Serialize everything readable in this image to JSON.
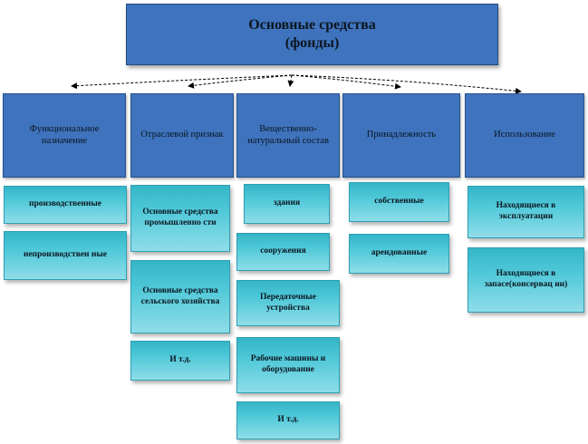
{
  "title": {
    "line1": "Основные средства",
    "line2": "(фонды)"
  },
  "categories": [
    {
      "label": "Функциональное назначение",
      "items": [
        "производственные",
        "непроизводствен ные"
      ]
    },
    {
      "label": "Отраслевой признак",
      "items": [
        "Основные средства промышленно сти",
        "Основные средства сельского хозяйства",
        "И т.д."
      ]
    },
    {
      "label": "Вещественно-натуральный состав",
      "items": [
        "здания",
        "сооружения",
        "Передаточные устройства",
        "Рабочие машины и оборудование",
        "И т.д."
      ]
    },
    {
      "label": "Принадлежность",
      "items": [
        "собственные",
        "арендованные"
      ]
    },
    {
      "label": "Использование",
      "items": [
        "Находящиеся в эксплуатации",
        "Находящиеся в запасе(консервац ии)"
      ]
    }
  ],
  "colors": {
    "header": "#3f73bd",
    "leaf": "#4fc8d8",
    "arrow": "#000000"
  }
}
